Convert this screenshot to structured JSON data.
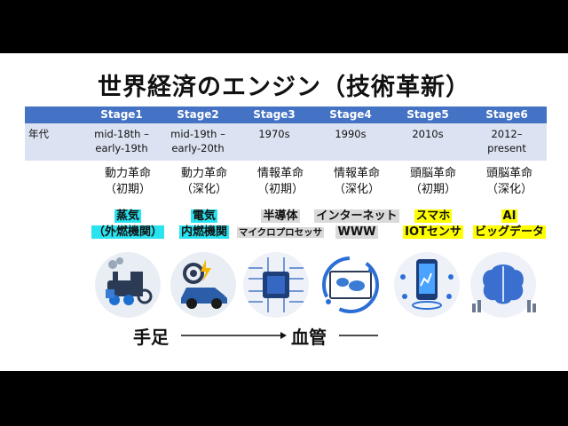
{
  "title": "世界経済のエンジン（技術革新）",
  "table": {
    "row_label": "年代",
    "stages": [
      {
        "name": "Stage1",
        "years": [
          "mid-18th –",
          "early-19th"
        ]
      },
      {
        "name": "Stage2",
        "years": [
          "mid-19th –",
          "early-20th"
        ]
      },
      {
        "name": "Stage3",
        "years": [
          "1970s",
          ""
        ]
      },
      {
        "name": "Stage4",
        "years": [
          "1990s",
          ""
        ]
      },
      {
        "name": "Stage5",
        "years": [
          "2010s",
          ""
        ]
      },
      {
        "name": "Stage6",
        "years": [
          "2012–",
          "present"
        ]
      }
    ]
  },
  "revolutions": [
    {
      "l1": "動力革命",
      "l2": "（初期）"
    },
    {
      "l1": "動力革命",
      "l2": "（深化）"
    },
    {
      "l1": "情報革命",
      "l2": "（初期）"
    },
    {
      "l1": "情報革命",
      "l2": "（深化）"
    },
    {
      "l1": "頭脳革命",
      "l2": "（初期）"
    },
    {
      "l1": "頭脳革命",
      "l2": "（深化）"
    }
  ],
  "technologies": [
    {
      "l1": "蒸気",
      "l2": "（外燃機関）"
    },
    {
      "l1": "電気",
      "l2": "内燃機関"
    },
    {
      "l1": "半導体",
      "l2": "マイクロプロセッサ"
    },
    {
      "l1": "インターネット",
      "l2": "WWW"
    },
    {
      "l1": "スマホ",
      "l2": "IOTセンサ"
    },
    {
      "l1": "AI",
      "l2": "ビッグデータ"
    }
  ],
  "icons": [
    "steam-locomotive-icon",
    "electric-car-icon",
    "microchip-icon",
    "global-network-icon",
    "smartphone-iot-icon",
    "ai-brain-icon"
  ],
  "metaphor": {
    "left": "手足",
    "right": "血管"
  },
  "colors": {
    "header": "#4472c4",
    "row": "#dbe2f1",
    "cyan": "#29e3f0",
    "gray": "#d9d9d9",
    "yellow": "#ffff00"
  }
}
